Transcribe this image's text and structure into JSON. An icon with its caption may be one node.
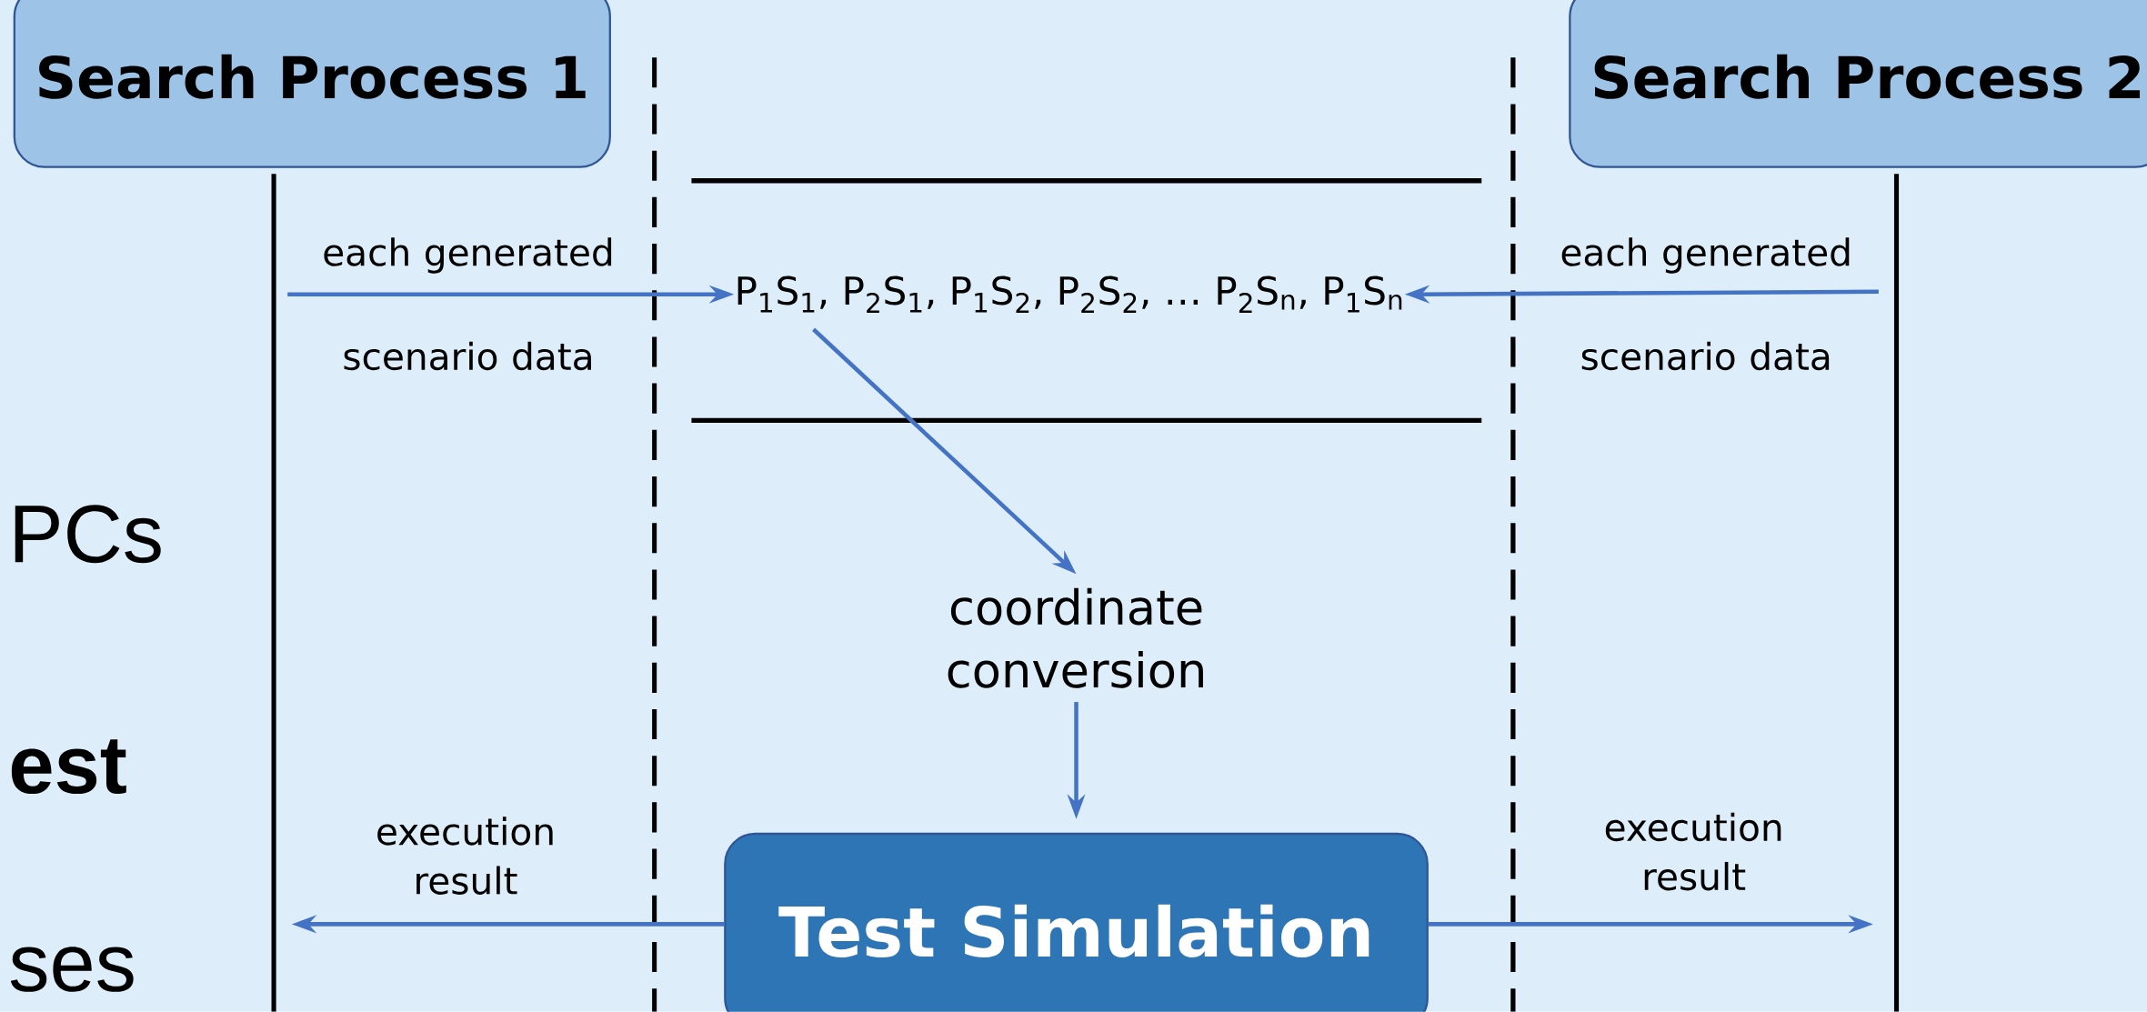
{
  "diagram": {
    "nodes": [
      {
        "text": [
          "Search Process 1"
        ]
      },
      {
        "text": [
          "Search Process 2"
        ]
      },
      {
        "text": [
          "P$_{1}$S$_{1}$, P$_{2}$S$_{1}$, P$_{1}$S$_{2}$, P$_{2}$S$_{2}$, … P$_{2}$S$_{n}$, P$_{1}$S$_{n}$"
        ]
      },
      {
        "text": [
          "coordinate conversion"
        ]
      },
      {
        "text": [
          "Test Simulation"
        ]
      }
    ],
    "edges": [
      {
        "from": null,
        "to": 2,
        "arrow": "to",
        "label": "each generated scenario data"
      },
      {
        "from": null,
        "to": 2,
        "arrow": "to",
        "label": "each generated scenario data"
      },
      {
        "from": 2,
        "to": 3,
        "arrow": "to"
      },
      {
        "from": 3,
        "to": 4,
        "arrow": "to"
      },
      {
        "from": 4,
        "to": null,
        "arrow": "to",
        "label": "execution result"
      },
      {
        "from": 4,
        "to": null,
        "arrow": "to",
        "label": "execution result"
      }
    ],
    "labels": [
      "PCs",
      "est",
      "ses"
    ]
  }
}
